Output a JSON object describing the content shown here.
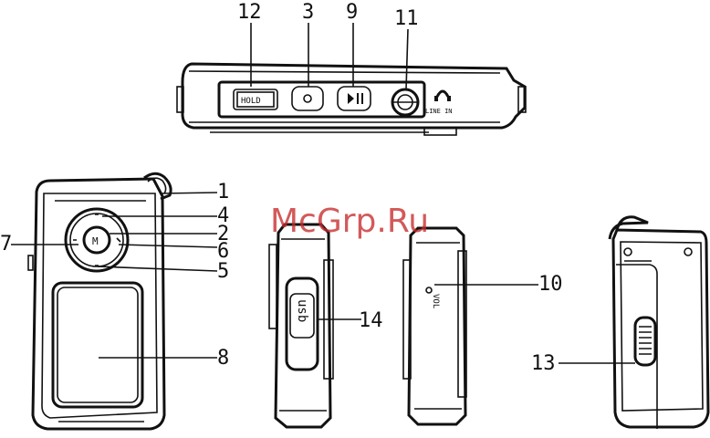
{
  "callouts": {
    "c12": "12",
    "c3_top": "3",
    "c9": "9",
    "c11": "11",
    "c1": "1",
    "c4": "4",
    "c2": "2",
    "c6": "6",
    "c5": "5",
    "c7": "7",
    "c8": "8",
    "c14": "14",
    "c10": "10",
    "c13": "13"
  },
  "device_text": {
    "hold": "HOLD",
    "center_key": "M",
    "side_usb": "usb",
    "side_vol": "VOL",
    "line_in": "LINE IN"
  },
  "watermark": "McGrp.Ru"
}
